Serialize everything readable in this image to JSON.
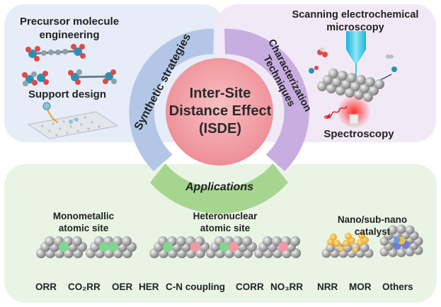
{
  "colors": {
    "synthetic_arc": "#b3c6e6",
    "characterization_arc": "#c8aee0",
    "applications_arc": "#a6d590",
    "center_circle": "#f2a0a6"
  },
  "center": {
    "line1": "Inter-Site",
    "line2": "Distance Effect",
    "line3": "(ISDE)"
  },
  "arcs": {
    "synthetic": "Synthetic strategies",
    "characterization_line1": "Characterization",
    "characterization_line2": "Techniques",
    "applications": "Applications"
  },
  "synthetic_panel": {
    "title_line1": "Precursor molecule",
    "title_line2": "engineering",
    "support_design": "Support design"
  },
  "characterization_panel": {
    "title_line1": "Scanning electrochemical",
    "title_line2": "microscopy",
    "spectroscopy": "Spectroscopy"
  },
  "applications_panel": {
    "mono_line1": "Monometallic",
    "mono_line2": "atomic site",
    "hetero_line1": "Heteronuclear",
    "hetero_line2": "atomic site",
    "nano_line1": "Nano/sub-nano",
    "nano_line2": "catalyst",
    "reactions": [
      "ORR",
      "CO₂RR",
      "OER",
      "HER",
      "C-N coupling",
      "CORR",
      "NO₃RR",
      "NRR",
      "MOR",
      "Others"
    ]
  }
}
